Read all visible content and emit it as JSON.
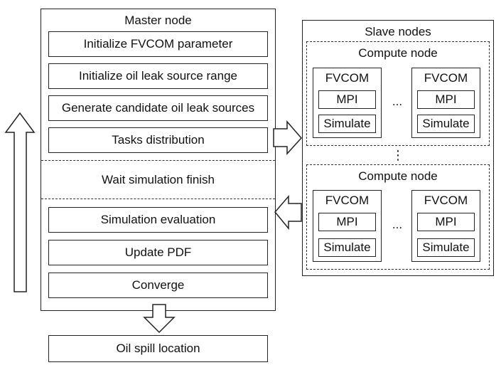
{
  "master": {
    "title": "Master node",
    "steps_top": [
      "Initialize FVCOM parameter",
      "Initialize oil leak source range",
      "Generate candidate oil leak sources",
      "Tasks distribution"
    ],
    "wait": "Wait simulation finish",
    "steps_bottom": [
      "Simulation evaluation",
      "Update PDF",
      "Converge"
    ]
  },
  "slave": {
    "title": "Slave nodes",
    "compute_nodes": [
      {
        "title": "Compute node",
        "left": {
          "title": "FVCOM",
          "mpi": "MPI",
          "simulate": "Simulate"
        },
        "ellipsis": "...",
        "right": {
          "title": "FVCOM",
          "mpi": "MPI",
          "simulate": "Simulate"
        }
      },
      {
        "title": "Compute node",
        "left": {
          "title": "FVCOM",
          "mpi": "MPI",
          "simulate": "Simulate"
        },
        "ellipsis": "...",
        "right": {
          "title": "FVCOM",
          "mpi": "MPI",
          "simulate": "Simulate"
        }
      }
    ],
    "vertical_ellipsis": "⋮"
  },
  "output": {
    "label": "Oil spill location"
  }
}
